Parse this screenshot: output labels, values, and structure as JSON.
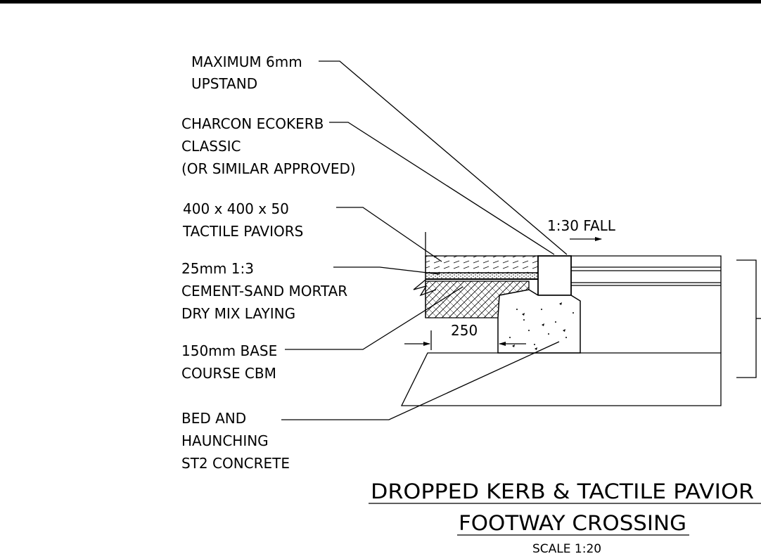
{
  "labels": {
    "upstand": [
      "MAXIMUM 6mm",
      "UPSTAND"
    ],
    "kerb": [
      "CHARCON ECOKERB",
      "CLASSIC",
      "(OR SIMILAR APPROVED)"
    ],
    "paviors": [
      "400 x 400 x 50",
      "TACTILE PAVIORS"
    ],
    "mortar": [
      "25mm 1:3",
      "CEMENT-SAND MORTAR",
      "DRY MIX LAYING"
    ],
    "base": [
      "150mm BASE",
      "COURSE CBM"
    ],
    "bed": [
      "BED AND",
      "HAUNCHING",
      "ST2 CONCRETE"
    ]
  },
  "annotations": {
    "fall": "1:30 FALL",
    "dimension": "250"
  },
  "title": {
    "line1": "DROPPED KERB & TACTILE PAVIOR",
    "line2": "FOOTWAY CROSSING",
    "scale": "SCALE 1:20"
  }
}
